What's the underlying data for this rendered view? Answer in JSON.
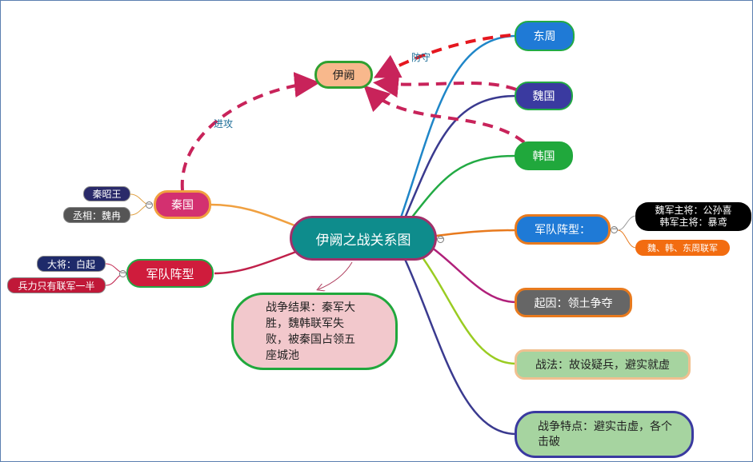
{
  "center": {
    "label": "伊阙之战关系图"
  },
  "target": {
    "label": "伊阙"
  },
  "arrow_labels": {
    "attack": "进攻",
    "defend": "防守"
  },
  "right": {
    "dongzhou": "东周",
    "wei": "魏国",
    "han": "韩国",
    "formation": {
      "label": "军队阵型：",
      "generals": "魏军主将：公孙喜\n韩军主将：暴鸢",
      "alliance": "魏、韩、东周联军"
    },
    "cause": "起因：领土争夺",
    "tactics": "战法：故设疑兵，避实就虚",
    "features": "战争特点：避实击虚，各个击破"
  },
  "left": {
    "qin": {
      "label": "秦国",
      "king": "秦昭王",
      "chancellor": "丞相：魏冉"
    },
    "formation": {
      "label": "军队阵型",
      "general": "大将：白起",
      "troops": "兵力只有联军一半"
    }
  },
  "result": {
    "label": "战争结果：秦军大胜，魏韩联军失败，被秦国占领五座城池"
  },
  "colors": {
    "center_fill": "#0e8c8c",
    "center_border": "#a0306a",
    "dashed_arrow": "#c8235a",
    "blue_node": "#1f7ad6",
    "indigo_node": "#3a3aa0",
    "green_node": "#20a83c",
    "qin_node": "#d33070",
    "red_node": "#cf1c3c"
  }
}
